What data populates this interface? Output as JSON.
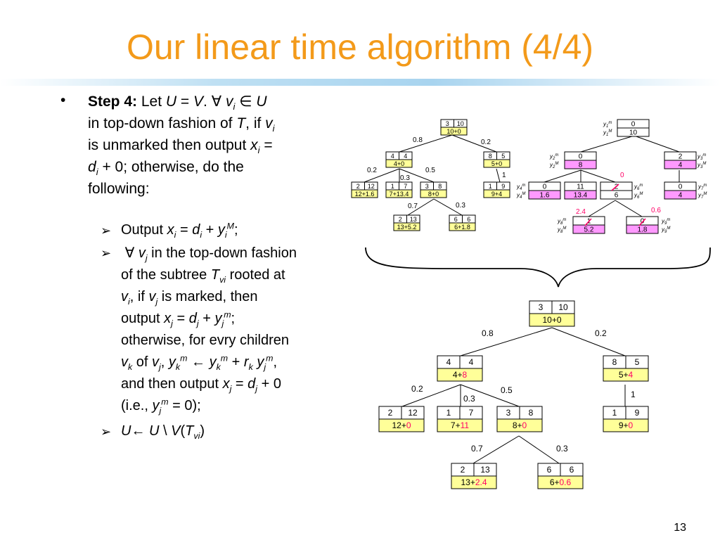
{
  "title": "Our linear time algorithm (4/4)",
  "page_number": "13",
  "step_label": "Step 4:",
  "colors": {
    "title": "#f39a1a",
    "value_box": "#ffff99",
    "marked_box": "#ff99ff",
    "highlight": "#ff0066"
  },
  "text": {
    "let": "Let",
    "U": "U",
    "V": "V",
    "v": "v",
    "i": "i",
    "eq": "=",
    "forall": "∀",
    "in": "∈",
    "line2a": "in top-down fashion of",
    "T": "T",
    "if": "if",
    "line3a": "is unmarked then output",
    "x": "x",
    "d": "d",
    "plus0": "+ 0; otherwise, do the",
    "following": "following:",
    "output": "Output",
    "y": "y",
    "M": "M",
    "m": "m",
    "sub_j": "j",
    "sub_k": "k",
    "sub_vi": "vi",
    "b2a": "in the top-down fashion",
    "b2b": "of the subtree",
    "b2c": "rooted at",
    "b2d": "if",
    "b2e": "is marked, then",
    "b2f": "output",
    "b2g": "otherwise, for evry children",
    "b2h": "of",
    "r": "r",
    "larrow": "←",
    "plus": "+",
    "b2i": "and then output",
    "b2j": "(i.e.,",
    "b2k": "= 0);",
    "plus0b": "+ 0",
    "setminus": "\\",
    "paren_o": "(",
    "paren_c": ")"
  },
  "small_tree": {
    "root": {
      "a": "3",
      "b": "10",
      "v": "10+0"
    },
    "n1": {
      "a": "4",
      "b": "4",
      "v": "4+0"
    },
    "n2": {
      "a": "8",
      "b": "5",
      "v": "5+0"
    },
    "n3": {
      "a": "2",
      "b": "12",
      "v": "12+1.6"
    },
    "n4": {
      "a": "1",
      "b": "7",
      "v": "7+13.4"
    },
    "n5": {
      "a": "3",
      "b": "8",
      "v": "8+0"
    },
    "n6": {
      "a": "1",
      "b": "9",
      "v": "9+4"
    },
    "n7": {
      "a": "2",
      "b": "13",
      "v": "13+5.2"
    },
    "n8": {
      "a": "6",
      "b": "6",
      "v": "6+1.8"
    },
    "w": {
      "r1": "0.8",
      "r2": "0.2",
      "a1": "0.2",
      "a2": "0.3",
      "a3": "0.5",
      "b1": "1",
      "c1": "0.7",
      "c2": "0.3"
    }
  },
  "y_tree": {
    "y1": {
      "top": "0",
      "bot": "10",
      "lm": "y1m",
      "lM": "y1M"
    },
    "y2": {
      "top": "0",
      "bot": "8"
    },
    "y3": {
      "top": "2",
      "bot": "4"
    },
    "y4": {
      "top": "0",
      "bot": "1.6"
    },
    "y5": {
      "top": "11",
      "bot": "13.4"
    },
    "y6": {
      "top": "2",
      "bot": "6"
    },
    "y7": {
      "top": "0",
      "bot": "4"
    },
    "y8": {
      "top": "1",
      "bot": "5.2"
    },
    "y9": {
      "top": "0",
      "bot": "1.8"
    },
    "red": {
      "a": "0",
      "b": "2.4",
      "c": "0.6"
    }
  },
  "big_tree": {
    "root": {
      "a": "3",
      "b": "10",
      "v1": "10+0",
      "v2": ""
    },
    "n1": {
      "a": "4",
      "b": "4",
      "v1": "4+",
      "v2": "8"
    },
    "n2": {
      "a": "8",
      "b": "5",
      "v1": "5+",
      "v2": "4"
    },
    "n3": {
      "a": "2",
      "b": "12",
      "v1": "12+",
      "v2": "0"
    },
    "n4": {
      "a": "1",
      "b": "7",
      "v1": "7+",
      "v2": "11"
    },
    "n5": {
      "a": "3",
      "b": "8",
      "v1": "8+",
      "v2": "0"
    },
    "n6": {
      "a": "1",
      "b": "9",
      "v1": "9+",
      "v2": "0"
    },
    "n7": {
      "a": "2",
      "b": "13",
      "v1": "13+",
      "v2": "2.4"
    },
    "n8": {
      "a": "6",
      "b": "6",
      "v1": "6+",
      "v2": "0.6"
    },
    "w": {
      "r1": "0.8",
      "r2": "0.2",
      "a1": "0.2",
      "a2": "0.3",
      "a3": "0.5",
      "b1": "1",
      "c1": "0.7",
      "c2": "0.3"
    }
  }
}
